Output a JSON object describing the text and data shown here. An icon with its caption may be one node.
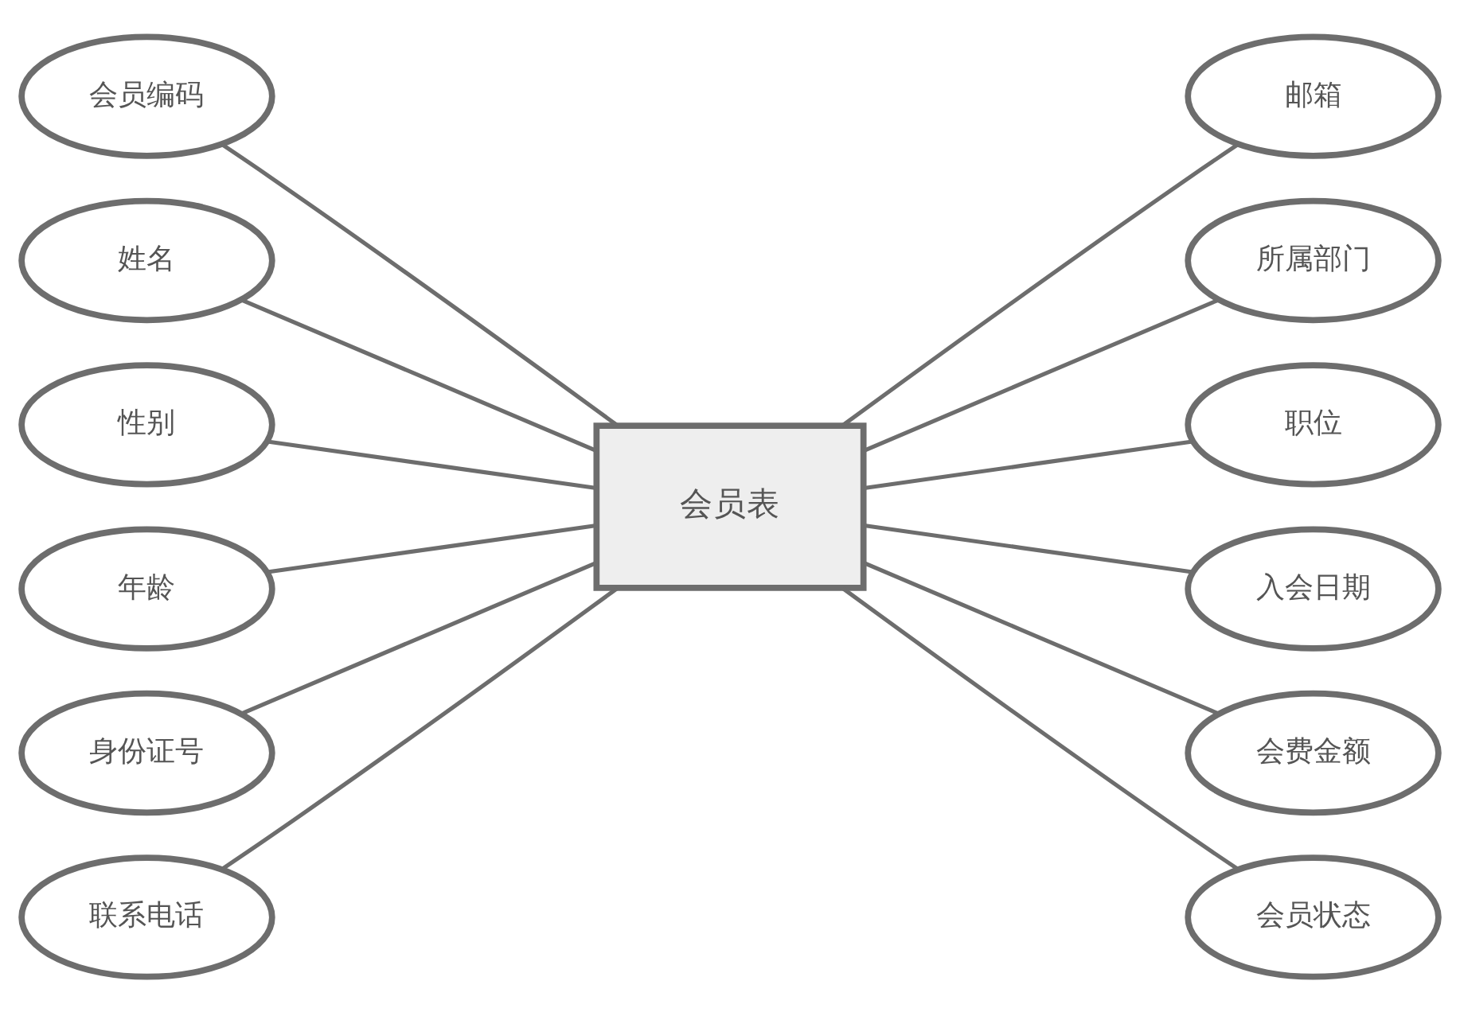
{
  "diagram": {
    "nodes": [
      {
        "text": [
          "会员表"
        ]
      },
      {
        "text": [
          "会员编码"
        ]
      },
      {
        "text": [
          "姓名"
        ]
      },
      {
        "text": [
          "性别"
        ]
      },
      {
        "text": [
          "年龄"
        ]
      },
      {
        "text": [
          "身份证号"
        ]
      },
      {
        "text": [
          "联系电话"
        ]
      },
      {
        "text": [
          "邮箱"
        ]
      },
      {
        "text": [
          "所属部门"
        ]
      },
      {
        "text": [
          "职位"
        ]
      },
      {
        "text": [
          "入会日期"
        ]
      },
      {
        "text": [
          "会费金额"
        ]
      },
      {
        "text": [
          "会员状态"
        ]
      }
    ],
    "edges": [
      {
        "from": 1,
        "to": 0,
        "arrow": "none"
      },
      {
        "from": 2,
        "to": 0,
        "arrow": "none"
      },
      {
        "from": 3,
        "to": 0,
        "arrow": "none"
      },
      {
        "from": 4,
        "to": 0,
        "arrow": "none"
      },
      {
        "from": 5,
        "to": 0,
        "arrow": "none"
      },
      {
        "from": 6,
        "to": 0,
        "arrow": "none"
      },
      {
        "from": 0,
        "to": 7,
        "arrow": "none"
      },
      {
        "from": 0,
        "to": 8,
        "arrow": "none"
      },
      {
        "from": 0,
        "to": 9,
        "arrow": "none"
      },
      {
        "from": 0,
        "to": 10,
        "arrow": "none"
      },
      {
        "from": 0,
        "to": 11,
        "arrow": "none"
      },
      {
        "from": 0,
        "to": 12,
        "arrow": "none"
      }
    ]
  }
}
